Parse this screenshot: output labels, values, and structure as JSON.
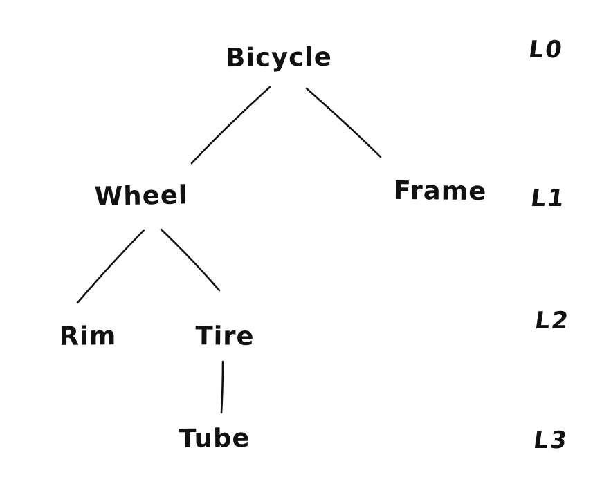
{
  "diagram": {
    "type": "tree",
    "background_color": "#ffffff",
    "ink_color": "#111111",
    "style": "hand-drawn sketch",
    "nodes": [
      {
        "id": "bicycle",
        "label": "Bicycle",
        "level": "L0",
        "parent": null
      },
      {
        "id": "wheel",
        "label": "Wheel",
        "level": "L1",
        "parent": "Bicycle"
      },
      {
        "id": "frame",
        "label": "Frame",
        "level": "L1",
        "parent": "Bicycle"
      },
      {
        "id": "rim",
        "label": "Rim",
        "level": "L2",
        "parent": "Wheel"
      },
      {
        "id": "tire",
        "label": "Tire",
        "level": "L2",
        "parent": "Wheel"
      },
      {
        "id": "tube",
        "label": "Tube",
        "level": "L3",
        "parent": "Tire"
      }
    ],
    "edges": [
      {
        "from": "Bicycle",
        "to": "Wheel"
      },
      {
        "from": "Bicycle",
        "to": "Frame"
      },
      {
        "from": "Wheel",
        "to": "Rim"
      },
      {
        "from": "Wheel",
        "to": "Tire"
      },
      {
        "from": "Tire",
        "to": "Tube"
      }
    ],
    "level_labels": [
      "L0",
      "L1",
      "L2",
      "L3"
    ]
  }
}
